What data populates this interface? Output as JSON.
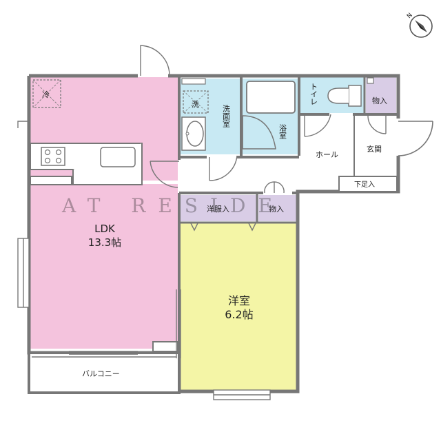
{
  "colors": {
    "ldk": "#f4c3dd",
    "bedroom": "#f4f5a6",
    "water": "#c8e9f3",
    "storage": "#d9cde6",
    "wall": "#777777",
    "white": "#ffffff"
  },
  "rooms": {
    "ldk_name": "LDK",
    "ldk_size": "13.3帖",
    "bedroom_name": "洋室",
    "bedroom_size": "6.2帖",
    "washroom": "洗面室",
    "bath": "浴室",
    "toilet": "トイレ",
    "closet_top": "物入",
    "entrance": "玄関",
    "hall": "ホール",
    "shoe_storage": "下足入",
    "wardrobe": "洋服入",
    "closet_mid": "物入",
    "balcony": "バルコニー"
  },
  "fixtures": {
    "fridge": "冷",
    "washer": "洗"
  },
  "watermark": "AT RESIDE",
  "compass_label": "N"
}
